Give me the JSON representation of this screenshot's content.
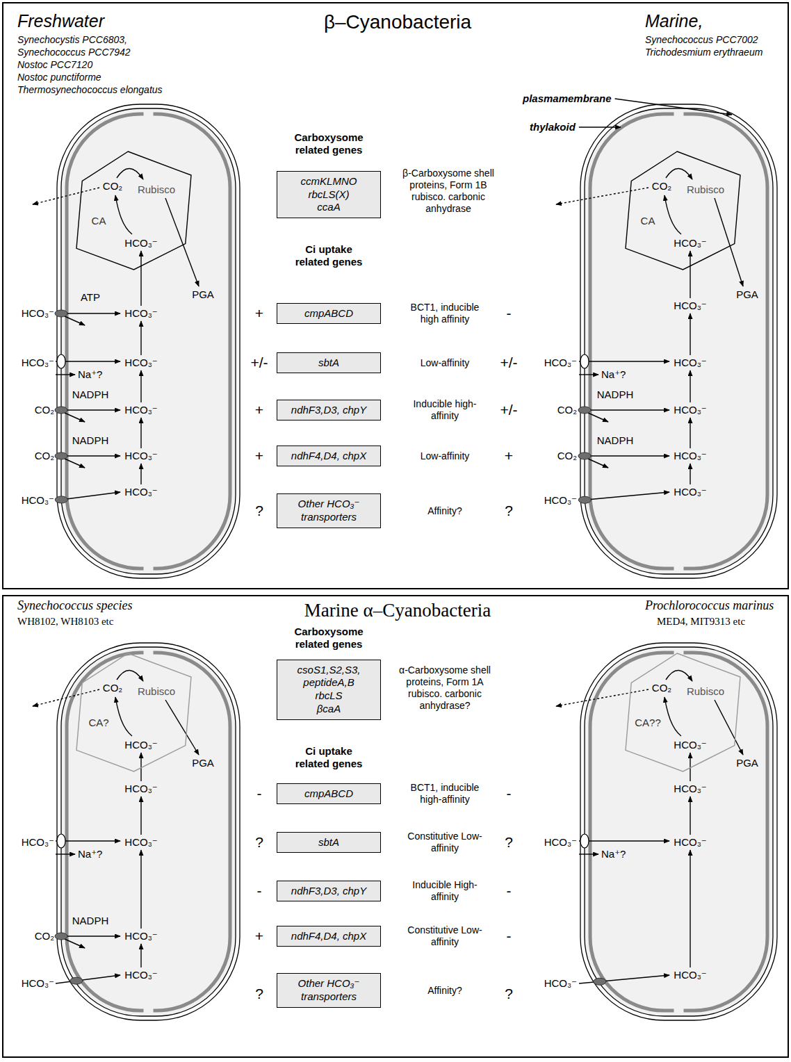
{
  "diagram": {
    "nodes": [
      {
        "text": [
          "β–Cyanobacteria"
        ]
      },
      {
        "text": [
          "CO₂",
          "Rubisco",
          "CA",
          "HCO₃⁻"
        ],
        "in": 0
      },
      {
        "text": [
          "ccmKLMNO",
          "rbcLS(X)",
          "ccaA"
        ],
        "in": 0
      },
      {
        "text": [
          "CO₂",
          "Rubisco",
          "CA",
          "HCO₃⁻"
        ],
        "in": 0
      },
      {
        "text": [
          "cmpABCD"
        ],
        "in": 0
      },
      {
        "text": [
          "sbtA"
        ],
        "in": 0
      },
      {
        "text": [
          "ndhF3,D3, chpY"
        ],
        "in": 0
      },
      {
        "text": [
          "ndhF4,D4, chpX"
        ],
        "in": 0
      },
      {
        "text": [
          "Other HCO₃⁻ transporters"
        ],
        "in": 0
      },
      {
        "text": [
          "Marine α–Cyanobacteria"
        ]
      },
      {
        "text": [
          "CO₂",
          "Rubisco",
          "CA?",
          "HCO₃⁻"
        ],
        "in": 9
      },
      {
        "text": [
          "csoS1,S2,S3,",
          "peptideA,B",
          "rbcLS",
          "βcaA"
        ],
        "in": 9
      },
      {
        "text": [
          "CO₂",
          "Rubisco",
          "CA??",
          "HCO₃⁻"
        ],
        "in": 9
      },
      {
        "text": [
          "cmpABCD"
        ],
        "in": 9
      },
      {
        "text": [
          "sbtA"
        ],
        "in": 9
      },
      {
        "text": [
          "ndhF3,D3, chpY"
        ],
        "in": 9
      },
      {
        "text": [
          "ndhF4,D4, chpX"
        ],
        "in": 9
      },
      {
        "text": [
          "Other HCO₃⁻ transporters"
        ],
        "in": 9
      }
    ],
    "labels": [
      "Freshwater",
      "Synechocystis PCC6803,",
      "Synechococcus PCC7942",
      "Nostoc PCC7120",
      "Nostoc punctiforme",
      "Thermosynechococcus elongatus",
      "Marine,",
      "Synechococcus PCC7002",
      "Trichodesmium erythraeum",
      "plasmamembrane",
      "thylakoid",
      "Carboxysome related genes",
      "β-Carboxysome shell proteins, Form 1B rubisco. carbonic anhydrase",
      "Ci uptake related genes",
      "+",
      "BCT1, inducible high affinity",
      "-",
      "+/-",
      "Low-affinity",
      "+/-",
      "+",
      "Inducible high-affinity",
      "+/-",
      "+",
      "Low-affinity",
      "+",
      "?",
      "Affinity?",
      "?",
      "PGA",
      "ATP",
      "HCO₃⁻",
      "HCO₃⁻",
      "HCO₃⁻",
      "Na⁺?",
      "HCO₃⁻",
      "NADPH",
      "CO₂",
      "HCO₃⁻",
      "NADPH",
      "CO₂",
      "HCO₃⁻",
      "HCO₃⁻",
      "HCO₃⁻",
      "PGA",
      "HCO₃⁻",
      "HCO₃⁻",
      "Na⁺?",
      "HCO₃⁻",
      "NADPH",
      "CO₂",
      "HCO₃⁻",
      "NADPH",
      "CO₂",
      "HCO₃⁻",
      "HCO₃⁻",
      "HCO₃⁻",
      "Synechococcus species",
      "WH8102, WH8103 etc",
      "Prochlorococcus marinus",
      "MED4, MIT9313 etc",
      "Carboxysome related genes",
      "α-Carboxysome shell proteins, Form 1A rubisco. carbonic anhydrase?",
      "Ci uptake related genes",
      "-",
      "BCT1, inducible high-affinity",
      "-",
      "?",
      "Constitutive Low-affinity",
      "?",
      "-",
      "Inducible High-affinity",
      "-",
      "+",
      "Constitutive Low-affinity",
      "-",
      "?",
      "Affinity?",
      "?",
      "PGA",
      "HCO₃⁻",
      "HCO₃⁻",
      "Na⁺?",
      "HCO₃⁻",
      "NADPH",
      "CO₂",
      "HCO₃⁻",
      "HCO₃⁻",
      "HCO₃⁻",
      "PGA",
      "HCO₃⁻",
      "HCO₃⁻",
      "Na⁺?",
      "HCO₃⁻",
      "HCO₃⁻",
      "HCO₃⁻"
    ]
  }
}
